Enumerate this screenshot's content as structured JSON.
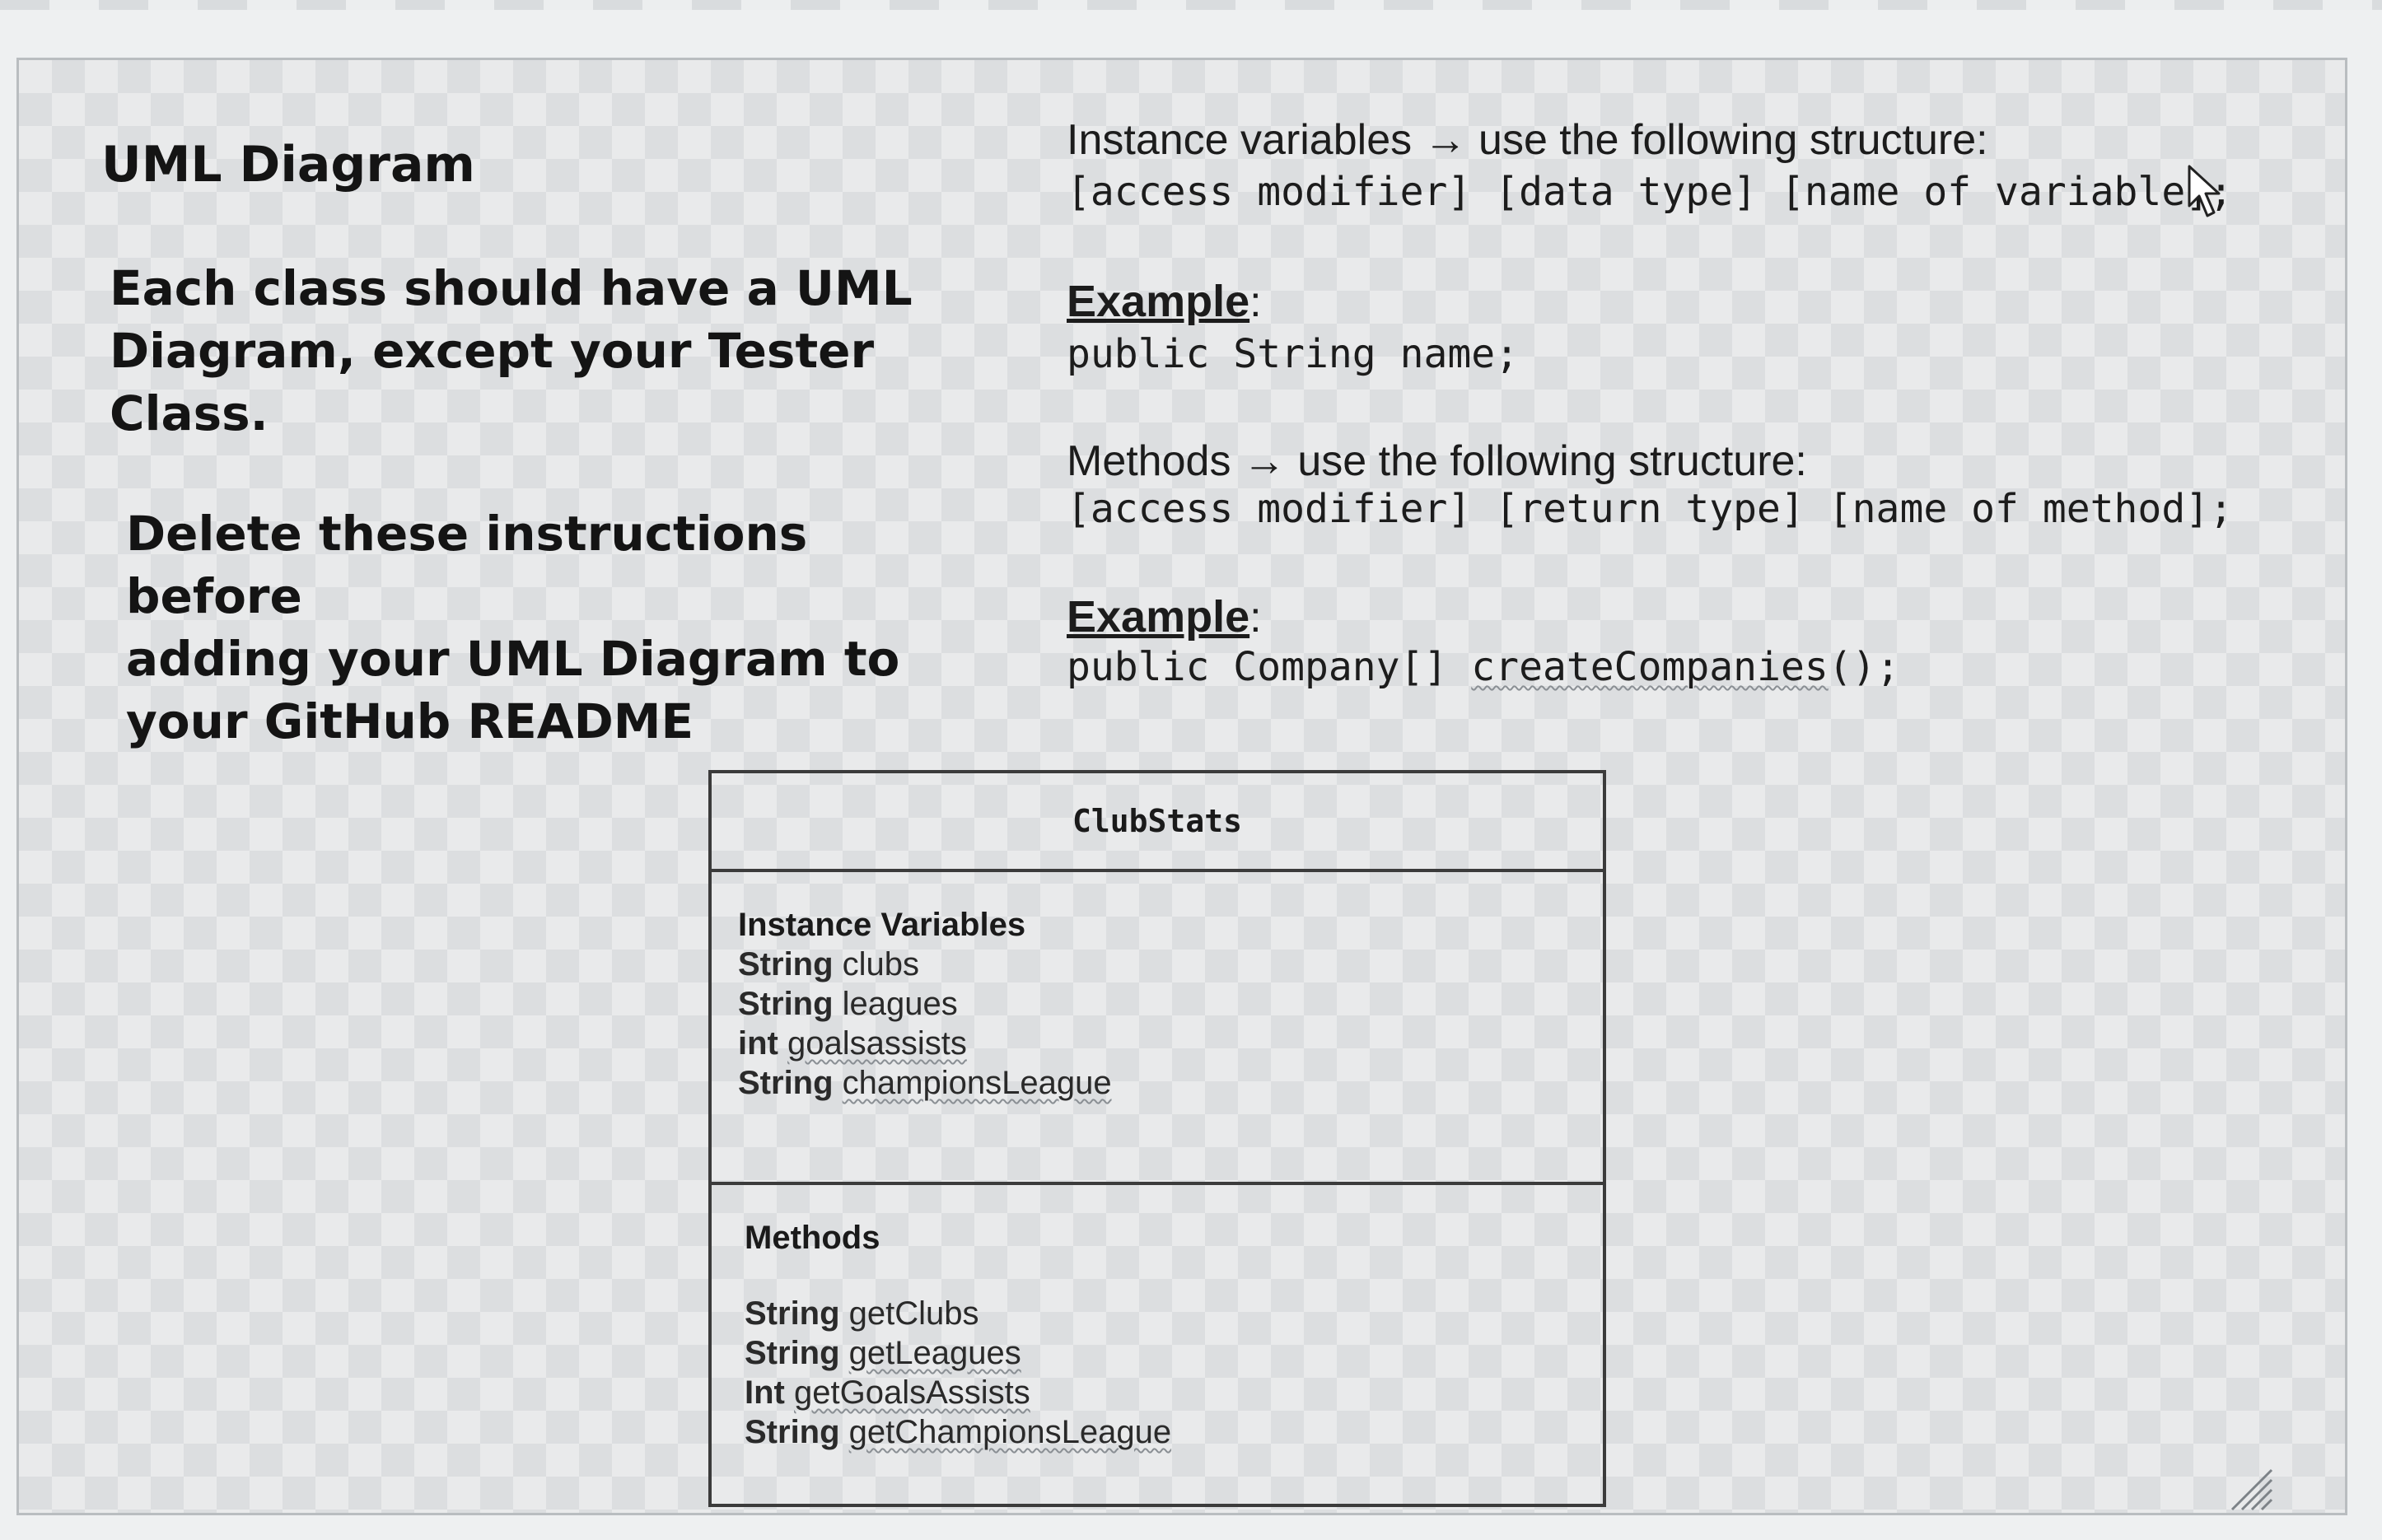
{
  "left_panel": {
    "title": "UML Diagram",
    "instruction_1": [
      "Each class should have a UML",
      "Diagram, except your Tester",
      "Class."
    ],
    "instruction_2": [
      "Delete these instructions before",
      "adding your UML Diagram to",
      "your GitHub README"
    ]
  },
  "right_panel": {
    "instance_heading": "Instance variables → use the following structure:",
    "instance_structure": "[access modifier] [data type] [name of variable];",
    "example_label": "Example",
    "example_colon": ":",
    "instance_example": "public String name;",
    "methods_heading": "Methods → use the following structure:",
    "methods_structure": "[access modifier] [return type] [name of method];",
    "methods_example_prefix": "public Company[] ",
    "methods_example_name": "createCompanies",
    "methods_example_suffix": "();"
  },
  "uml": {
    "class_name": "ClubStats",
    "vars_title": "Instance Variables",
    "variables": [
      {
        "type": "String",
        "name": "clubs"
      },
      {
        "type": "String",
        "name": "leagues"
      },
      {
        "type": "int",
        "name": "goalsassists"
      },
      {
        "type": "String",
        "name": "championsLeague"
      }
    ],
    "methods_title": "Methods",
    "methods": [
      {
        "type": "String",
        "name": "getClubs"
      },
      {
        "type": "String",
        "name": "getLeagues"
      },
      {
        "type": "Int",
        "name": "getGoalsAssists"
      },
      {
        "type": "String",
        "name": "getChampionsLeague"
      }
    ]
  },
  "icons": {
    "cursor": "mouse-pointer-icon",
    "resize": "resize-grip-icon"
  }
}
